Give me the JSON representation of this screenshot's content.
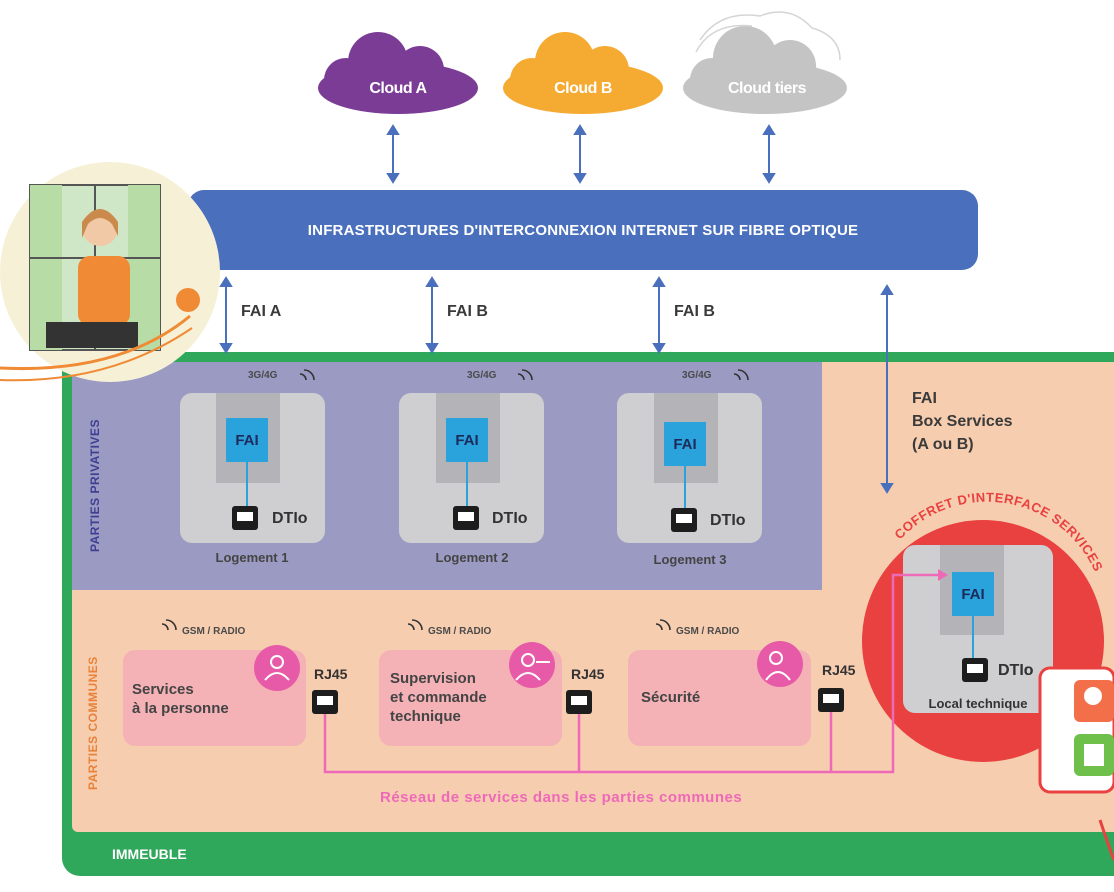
{
  "clouds": [
    {
      "label": "Cloud A",
      "color": "#7b3c96"
    },
    {
      "label": "Cloud B",
      "color": "#f5ab32"
    },
    {
      "label": "Cloud tiers",
      "color": "#c4c4c4"
    }
  ],
  "backbone": {
    "label": "INFRASTRUCTURES D'INTERCONNEXION INTERNET SUR FIBRE OPTIQUE",
    "color": "#4a70bd"
  },
  "isp_links": [
    "FAI A",
    "FAI B",
    "FAI B"
  ],
  "box_services": {
    "line1": "FAI",
    "line2": "Box Services",
    "line3": "(A ou B)"
  },
  "private_zone": {
    "label": "PARTIES PRIVATIVES",
    "color": "#9a9ac3",
    "wireless": "3G/4G",
    "dwellings": [
      {
        "name": "Logement 1",
        "box": "FAI",
        "outlet": "DTIo"
      },
      {
        "name": "Logement 2",
        "box": "FAI",
        "outlet": "DTIo"
      },
      {
        "name": "Logement 3",
        "box": "FAI",
        "outlet": "DTIo"
      }
    ]
  },
  "common_zone": {
    "label": "PARTIES COMMUNES",
    "color": "#f7cdb0",
    "wireless": "GSM / RADIO",
    "services": [
      {
        "line1": "Services",
        "line2": "à la personne",
        "line3": "",
        "port": "RJ45"
      },
      {
        "line1": "Supervision",
        "line2": "et commande",
        "line3": "technique",
        "port": "RJ45"
      },
      {
        "line1": "Sécurité",
        "line2": "",
        "line3": "",
        "port": "RJ45"
      }
    ],
    "network_label": "Réseau de services dans les parties communes"
  },
  "technical_room": {
    "box": "FAI",
    "outlet": "DTIo",
    "label": "Local technique",
    "ring_label": "COFFRET D'INTERFACE SERVICES"
  },
  "building": {
    "label": "IMMEUBLE",
    "color": "#2fa85b"
  }
}
